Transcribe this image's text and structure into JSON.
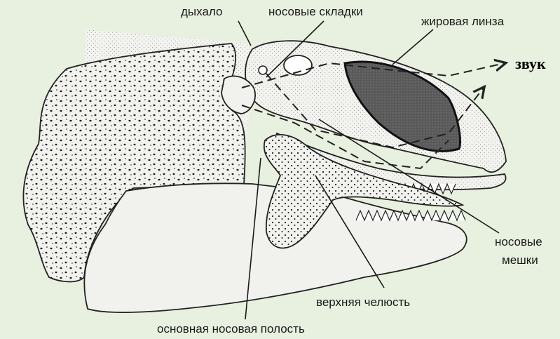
{
  "labels": {
    "blowhole": "дыхало",
    "nasal_folds": "носовые складки",
    "fat_lens": "жировая линза",
    "sound": "звук",
    "nasal_sacs_line1": "носовые",
    "nasal_sacs_line2": "мешки",
    "upper_jaw": "верхняя челюсть",
    "main_nasal_cavity": "основная носовая полость"
  },
  "colors": {
    "background": "#e8f0df",
    "tissue_fill": "#f1f1ee",
    "lens_fill": "#5a5a5a",
    "ink": "#1a1a1a"
  }
}
